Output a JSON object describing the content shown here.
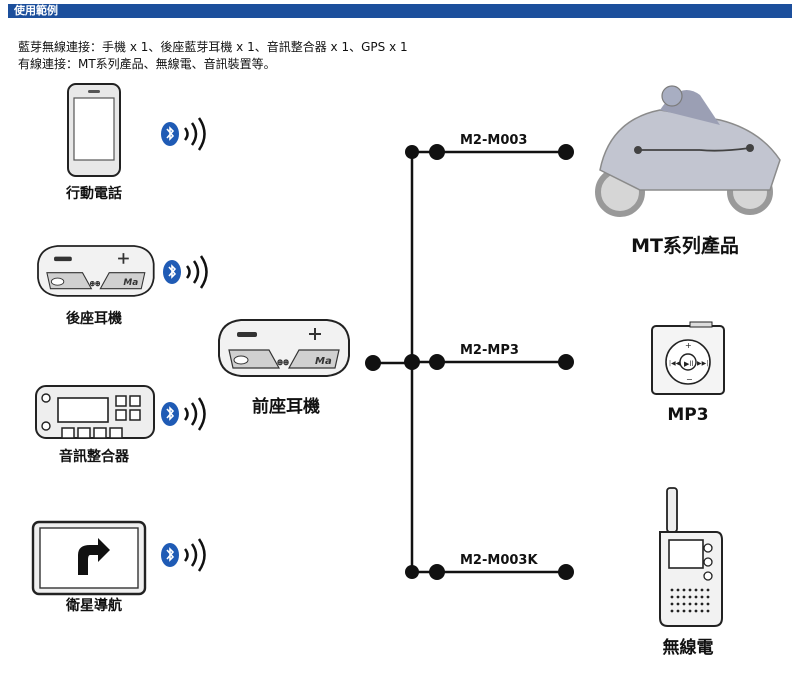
{
  "header": {
    "title": "使用範例"
  },
  "description": {
    "line1": "藍芽無線連接：手機 x 1、後座藍芽耳機 x 1、音訊整合器 x 1、GPS x 1",
    "line2": "有線連接：MT系列產品、無線電、音訊裝置等。"
  },
  "left_devices": [
    {
      "label": "行動電話",
      "icon": "smartphone-icon"
    },
    {
      "label": "後座耳機",
      "icon": "headset-icon"
    },
    {
      "label": "音訊整合器",
      "icon": "audio-integrator-icon"
    },
    {
      "label": "衛星導航",
      "icon": "gps-navigator-icon"
    }
  ],
  "center_device": {
    "label": "前座耳機",
    "icon": "headset-icon"
  },
  "cables": [
    "M2-M003",
    "M2-MP3",
    "M2-M003K"
  ],
  "right_devices": [
    {
      "label": "MT系列產品",
      "icon": "motorcycle-icon"
    },
    {
      "label": "MP3",
      "icon": "mp3-player-icon"
    },
    {
      "label": "無線電",
      "icon": "walkie-talkie-icon"
    }
  ],
  "colors": {
    "banner": "#1c4f9c",
    "bluetooth": "#1f5bb5",
    "line": "#111111"
  }
}
